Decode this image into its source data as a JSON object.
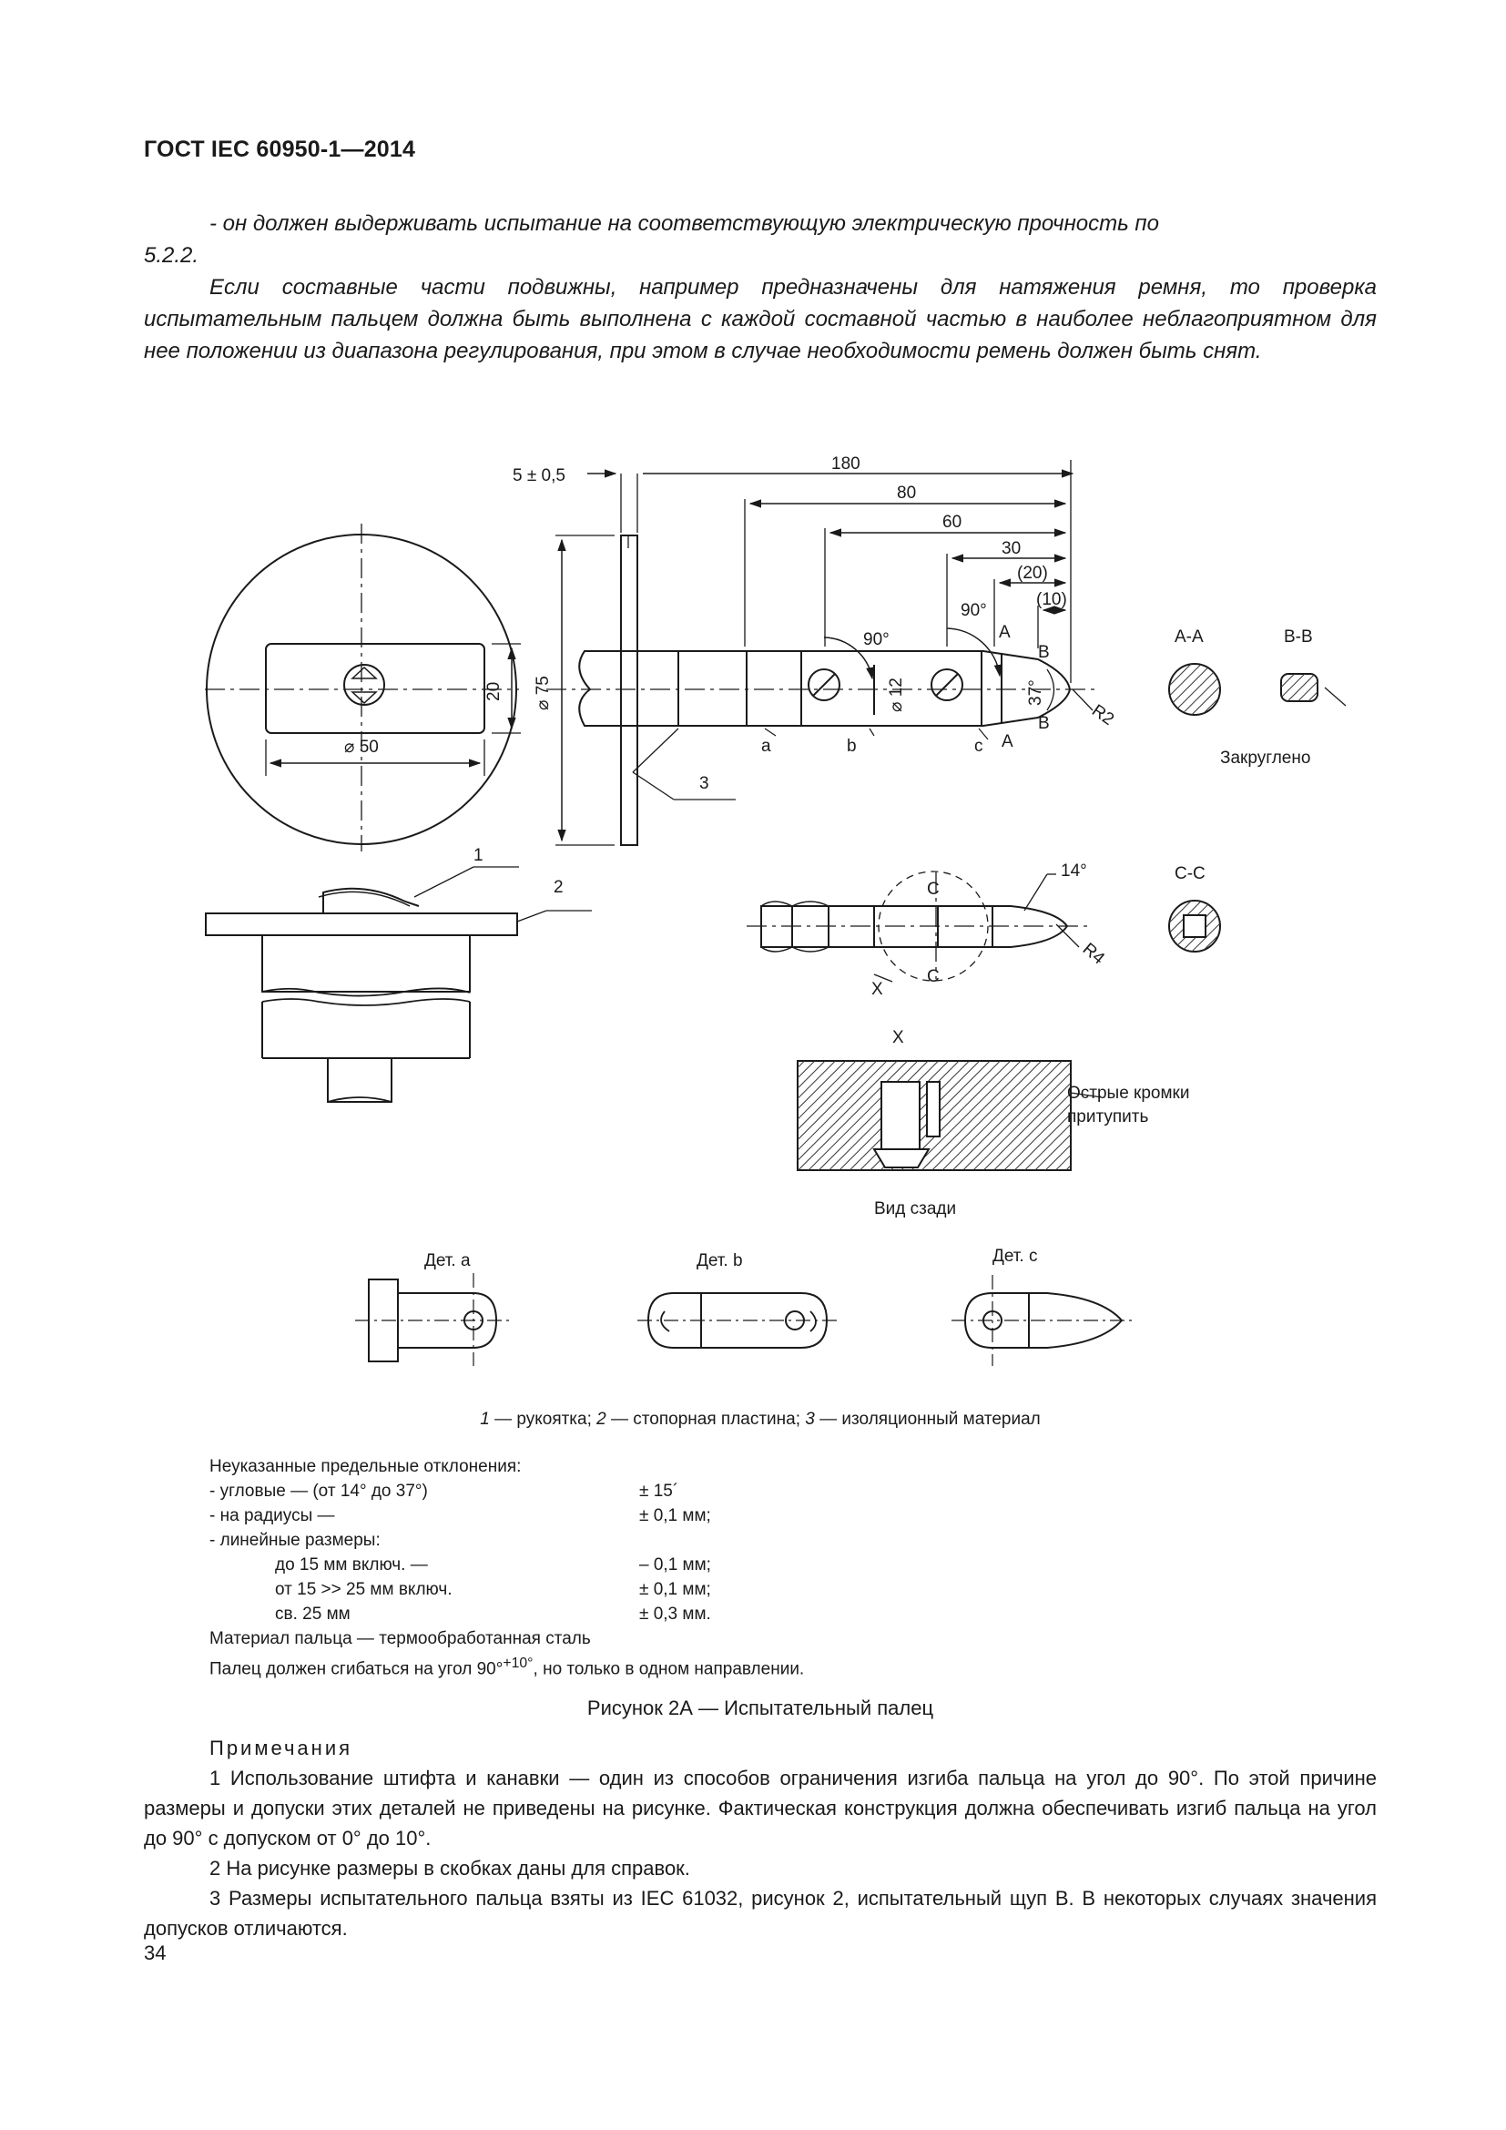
{
  "header": {
    "title": "ГОСТ IEC 60950-1—2014"
  },
  "intro": {
    "p1": "- он должен выдерживать испытание на соответствующую электрическую прочность по",
    "p1_cont": "5.2.2.",
    "p2": "Если составные части подвижны, например предназначены для натяжения ремня, то проверка испытательным пальцем должна быть выполнена с каждой составной частью в наиболее неблагоприятном для нее положении из диапазона регулирования, при этом в случае необходимости ремень должен быть снят."
  },
  "figure": {
    "dims": {
      "d5": "5 ± 0,5",
      "d180": "180",
      "d80": "80",
      "d60": "60",
      "d30": "30",
      "d20p": "(20)",
      "d10p": "(10)",
      "d90a": "90°",
      "d90b": "90°",
      "d12": "⌀ 12",
      "d37": "37°",
      "dR2": "R2",
      "d75": "⌀ 75",
      "d20": "20",
      "d50": "⌀ 50",
      "d14": "14°",
      "dR4": "R4"
    },
    "labels": {
      "A": "A",
      "B": "B",
      "C": "C",
      "X": "X",
      "a": "a",
      "b": "b",
      "c": "c",
      "n1": "1",
      "n2": "2",
      "n3": "3",
      "sectionAA": "A-A",
      "sectionBB": "B-B",
      "sectionCC": "C-C",
      "rounded": "Закруглено",
      "viewX": "X",
      "sharp1": "Острые кромки",
      "sharp2": "притупить",
      "rearView": "Вид сзади",
      "detA": "Дет. a",
      "detB": "Дет. b",
      "detC": "Дет. c"
    }
  },
  "legend": {
    "n1": "1",
    "t1": " — рукоятка; ",
    "n2": "2",
    "t2": " — стопорная пластина; ",
    "n3": "3",
    "t3": " — изоляционный материал"
  },
  "tolerances": {
    "heading": "Неуказанные предельные отклонения:",
    "rows": [
      {
        "label": "- угловые — (от 14° до 37°)",
        "value": "± 15´"
      },
      {
        "label": "- на радиусы —",
        "value": "± 0,1 мм;"
      },
      {
        "label": "- линейные размеры:",
        "value": ""
      },
      {
        "label": "до 15 мм включ. —",
        "value": "– 0,1 мм;"
      },
      {
        "label": "от 15 >> 25 мм включ.",
        "value": "± 0,1 мм;"
      },
      {
        "label": "св. 25 мм",
        "value": "± 0,3 мм."
      }
    ],
    "material": "Материал пальца — термообработанная сталь",
    "bend_a": "Палец должен сгибаться на угол 90°",
    "bend_sup": "+10°",
    "bend_b": ", но только в одном направлении."
  },
  "caption": "Рисунок 2А — Испытательный палец",
  "notes": {
    "heading": "Примечания",
    "n1": "1 Использование штифта и канавки — один из способов ограничения изгиба пальца на угол до 90°. По этой причине размеры и допуски этих деталей не приведены на рисунке. Фактическая конструкция должна обеспечивать изгиб пальца на угол до 90° с допуском от 0° до 10°.",
    "n2": "2 На рисунке размеры в скобках даны для справок.",
    "n3": "3 Размеры испытательного пальца взяты из IEC 61032, рисунок 2, испытательный щуп B. В некоторых случаях значения допусков отличаются."
  },
  "page_number": "34"
}
